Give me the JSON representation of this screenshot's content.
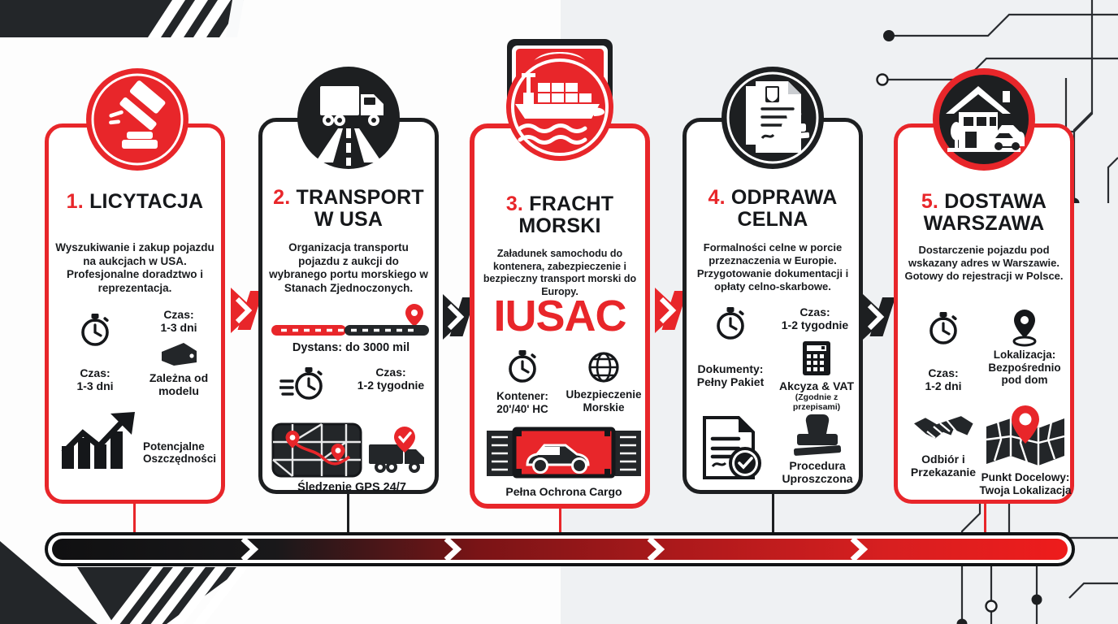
{
  "meta": {
    "brand_word": "IUSAC",
    "accent_red": "#e8262a",
    "dark": "#1d1f21",
    "card_bg": "#ffffff",
    "page_bg_left": "#fdfdfd",
    "page_bg_right": "#eff1f3"
  },
  "steps": [
    {
      "number": "1.",
      "title_lines": [
        "LICYTACJA"
      ],
      "accent": "red",
      "head_icon": "gavel-auction-icon",
      "description": "Wyszukiwanie i zakup pojazdu na aukcjach w USA. Profesjonalne doradztwo i reprezentacja.",
      "features": [
        {
          "icon": "stopwatch-icon",
          "label": "Czas:\n1-3 dni",
          "sub": ""
        },
        {
          "icon": "time-text-icon",
          "label": "Czas:\n1-3 dni",
          "sub": ""
        },
        {
          "icon": "price-tag-wallet-icon",
          "label": "Zależna od\nmodelu",
          "sub": ""
        },
        {
          "icon": "growth-chart-icon",
          "label": "Potencjalne\nOszczędności",
          "sub": ""
        }
      ]
    },
    {
      "number": "2.",
      "title_lines": [
        "TRANSPORT",
        "W USA"
      ],
      "accent": "black",
      "head_icon": "truck-on-road-icon",
      "description": "Organizacja transportu pojazdu z aukcji do wybranego portu morskiego w Stanach Zjednoczonych.",
      "features": [
        {
          "icon": "distance-bar-icon",
          "label": "Dystans: do 3000 mil",
          "sub": ""
        },
        {
          "icon": "fast-stopwatch-icon",
          "label": "Czas:\n1-2 tygodnie",
          "sub": ""
        },
        {
          "icon": "map-route-icon",
          "label": "Śledzenie GPS 24/7",
          "sub": ""
        },
        {
          "icon": "tracked-truck-icon",
          "label": "",
          "sub": ""
        }
      ]
    },
    {
      "number": "3.",
      "title_lines": [
        "FRACHT",
        "MORSKI"
      ],
      "accent": "hero",
      "head_icon": "cargo-ship-shield-icon",
      "description": "Załadunek samochodu do kontenera, zabezpieczenie i bezpieczny transport morski do Europy.",
      "features": [
        {
          "icon": "stopwatch-icon",
          "label": "Kontener:\n20'/40' HC",
          "sub": ""
        },
        {
          "icon": "globe-icon",
          "label": "Ubezpieczenie\nMorskie",
          "sub": ""
        },
        {
          "icon": "container-car-icon",
          "label": "Pełna Ochrona Cargo",
          "sub": ""
        }
      ]
    },
    {
      "number": "4.",
      "title_lines": [
        "ODPRAWA",
        "CELNA"
      ],
      "accent": "black",
      "head_icon": "customs-document-stamp-icon",
      "description": "Formalności celne w porcie przeznaczenia w Europie. Przygotowanie dokumentacji i opłaty celno-skarbowe.",
      "features": [
        {
          "icon": "stopwatch-icon",
          "label": "Czas:\n1-2 tygodnie",
          "sub": ""
        },
        {
          "icon": "documents-text-icon",
          "label": "Dokumenty:\nPełny Pakiet",
          "sub": ""
        },
        {
          "icon": "calculator-icon",
          "label": "Akcyza & VAT",
          "sub": "(Zgodnie z przepisami)"
        },
        {
          "icon": "signed-document-check-icon",
          "label": "",
          "sub": ""
        },
        {
          "icon": "rubber-stamp-icon",
          "label": "Procedura\nUproszczona",
          "sub": ""
        }
      ]
    },
    {
      "number": "5.",
      "title_lines": [
        "DOSTAWA",
        "WARSZAWA"
      ],
      "accent": "red",
      "head_icon": "house-with-car-icon",
      "description": "Dostarczenie pojazdu pod wskazany adres w Warszawie. Gotowy do rejestracji w Polsce.",
      "features": [
        {
          "icon": "stopwatch-icon",
          "label": "Czas:\n1-2 dni",
          "sub": ""
        },
        {
          "icon": "map-pin-icon",
          "label": "Lokalizacja:\nBezpośrednio\npod dom",
          "sub": ""
        },
        {
          "icon": "handshake-icon",
          "label": "Odbiór i\nPrzekazanie",
          "sub": ""
        },
        {
          "icon": "map-with-pin-icon",
          "label": "Punkt Docelowy:\nTwoja Lokalizacja",
          "sub": ""
        }
      ]
    }
  ],
  "connectors": [
    {
      "name": "arrow-step-1-to-2",
      "color": "red"
    },
    {
      "name": "arrow-step-2-to-3",
      "color": "black"
    },
    {
      "name": "arrow-step-3-to-4",
      "color": "red"
    },
    {
      "name": "arrow-step-4-to-5",
      "color": "black"
    }
  ],
  "progress_bar": {
    "name": "timeline-progress-bar",
    "segments": 5,
    "gradient_from": "#121212",
    "gradient_to": "#ee1c1c"
  }
}
